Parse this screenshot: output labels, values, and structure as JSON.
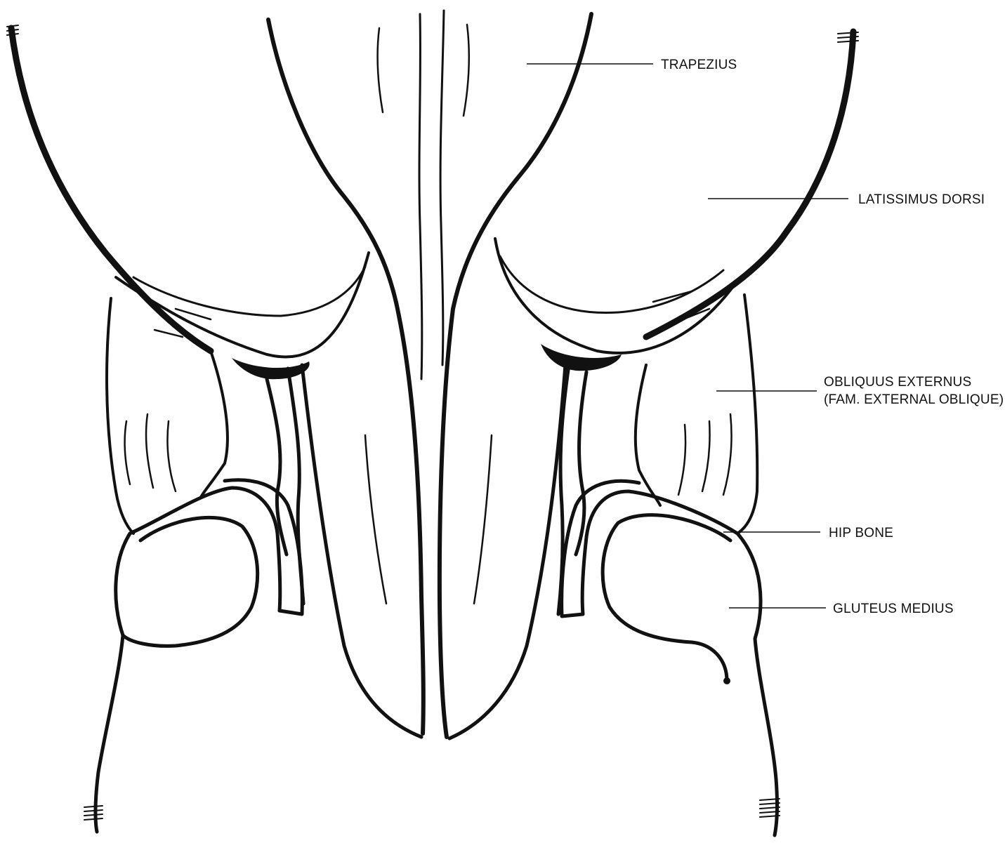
{
  "illustration": {
    "subject": "back-muscles-anatomy-drawing",
    "ink_color": "#111111",
    "paper_color": "#ffffff"
  },
  "labels": [
    {
      "id": "trapezius",
      "lines": [
        "TRAPEZIUS"
      ]
    },
    {
      "id": "latissimus-dorsi",
      "lines": [
        "LATISSIMUS DORSI"
      ]
    },
    {
      "id": "obliquus-externus",
      "lines": [
        "OBLIQUUS EXTERNUS",
        "(FAM. EXTERNAL OBLIQUE)"
      ]
    },
    {
      "id": "hip-bone",
      "lines": [
        "HIP BONE"
      ]
    },
    {
      "id": "gluteus-medius",
      "lines": [
        "GLUTEUS MEDIUS"
      ]
    }
  ]
}
